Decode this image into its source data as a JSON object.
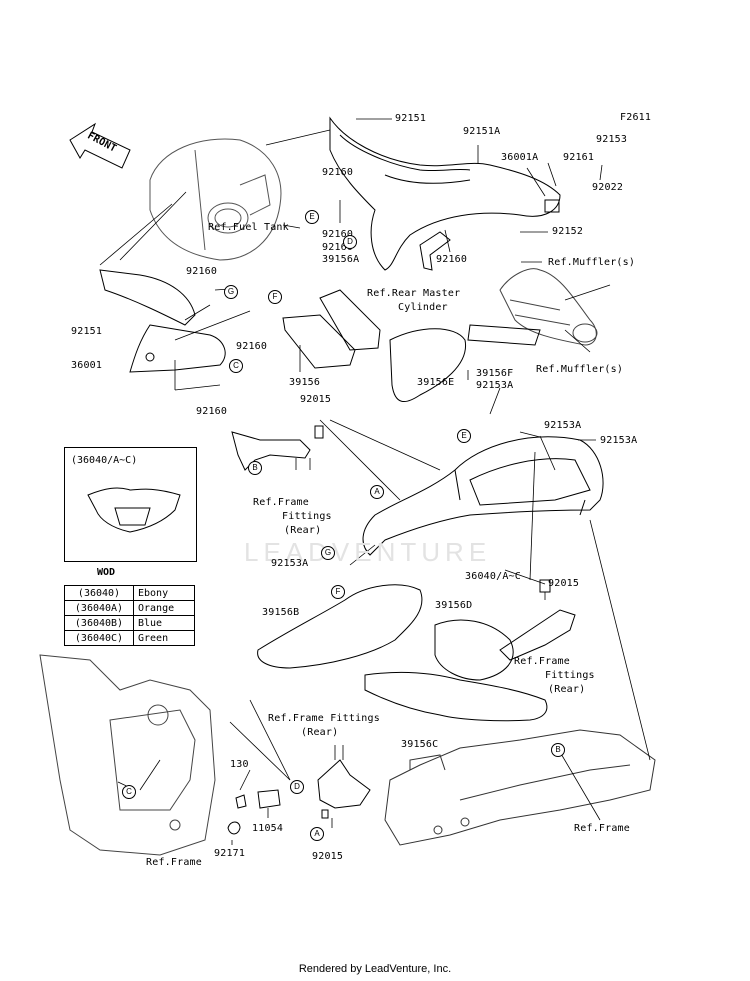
{
  "figure_code": "F2611",
  "front_label": "FRONT",
  "footer": "Rendered by LeadVenture, Inc.",
  "watermark": "LEADVENTURE",
  "inset": {
    "title": "(36040/A~C)",
    "caption": "WOD"
  },
  "color_legend": [
    {
      "code": "(36040)",
      "color": "Ebony"
    },
    {
      "code": "(36040A)",
      "color": "Orange"
    },
    {
      "code": "(36040B)",
      "color": "Blue"
    },
    {
      "code": "(36040C)",
      "color": "Green"
    }
  ],
  "parts": {
    "p92151_top": "92151",
    "p92151A": "92151A",
    "p36001A": "36001A",
    "p92153": "92153",
    "p92161": "92161",
    "p92160_a": "92160",
    "p92022": "92022",
    "p92152": "92152",
    "ref_fuel_tank": "Ref.Fuel Tank",
    "p92160_b": "92160",
    "p39156A_num": "92160",
    "p39156A": "39156A",
    "p92160_c": "92160",
    "ref_rear_master_1": "Ref.Rear Master",
    "ref_rear_master_2": "Cylinder",
    "ref_muffler_1": "Ref.Muffler(s)",
    "ref_muffler_2": "Ref.Muffler(s)",
    "p92160_d": "92160",
    "p92151_left": "92151",
    "p36001": "36001",
    "p92160_e": "92160",
    "p92160_f": "92160",
    "p39156": "39156",
    "p39156E": "39156E",
    "p39156F": "39156F",
    "p92153A_a": "92153A",
    "p92015_a": "92015",
    "p92153A_b": "92153A",
    "p92153A_c": "92153A",
    "ref_frame_fit_1a": "Ref.Frame",
    "ref_frame_fit_1b": "Fittings",
    "ref_frame_fit_1c": "(Rear)",
    "p92153A_d": "92153A",
    "p36040": "36040/A~C",
    "p92015_b": "92015",
    "p39156B": "39156B",
    "p39156D": "39156D",
    "ref_frame_fit_2a": "Ref.Frame",
    "ref_frame_fit_2b": "Fittings",
    "ref_frame_fit_2c": "(Rear)",
    "ref_frame_fit_3a": "Ref.Frame Fittings",
    "ref_frame_fit_3b": "(Rear)",
    "p39156C": "39156C",
    "p130": "130",
    "p11054": "11054",
    "p92171": "92171",
    "ref_frame_left": "Ref.Frame",
    "p92015_c": "92015",
    "ref_frame_right": "Ref.Frame"
  },
  "callouts": {
    "A": "A",
    "B": "B",
    "C": "C",
    "D": "D",
    "E": "E",
    "F": "F",
    "G": "G"
  }
}
